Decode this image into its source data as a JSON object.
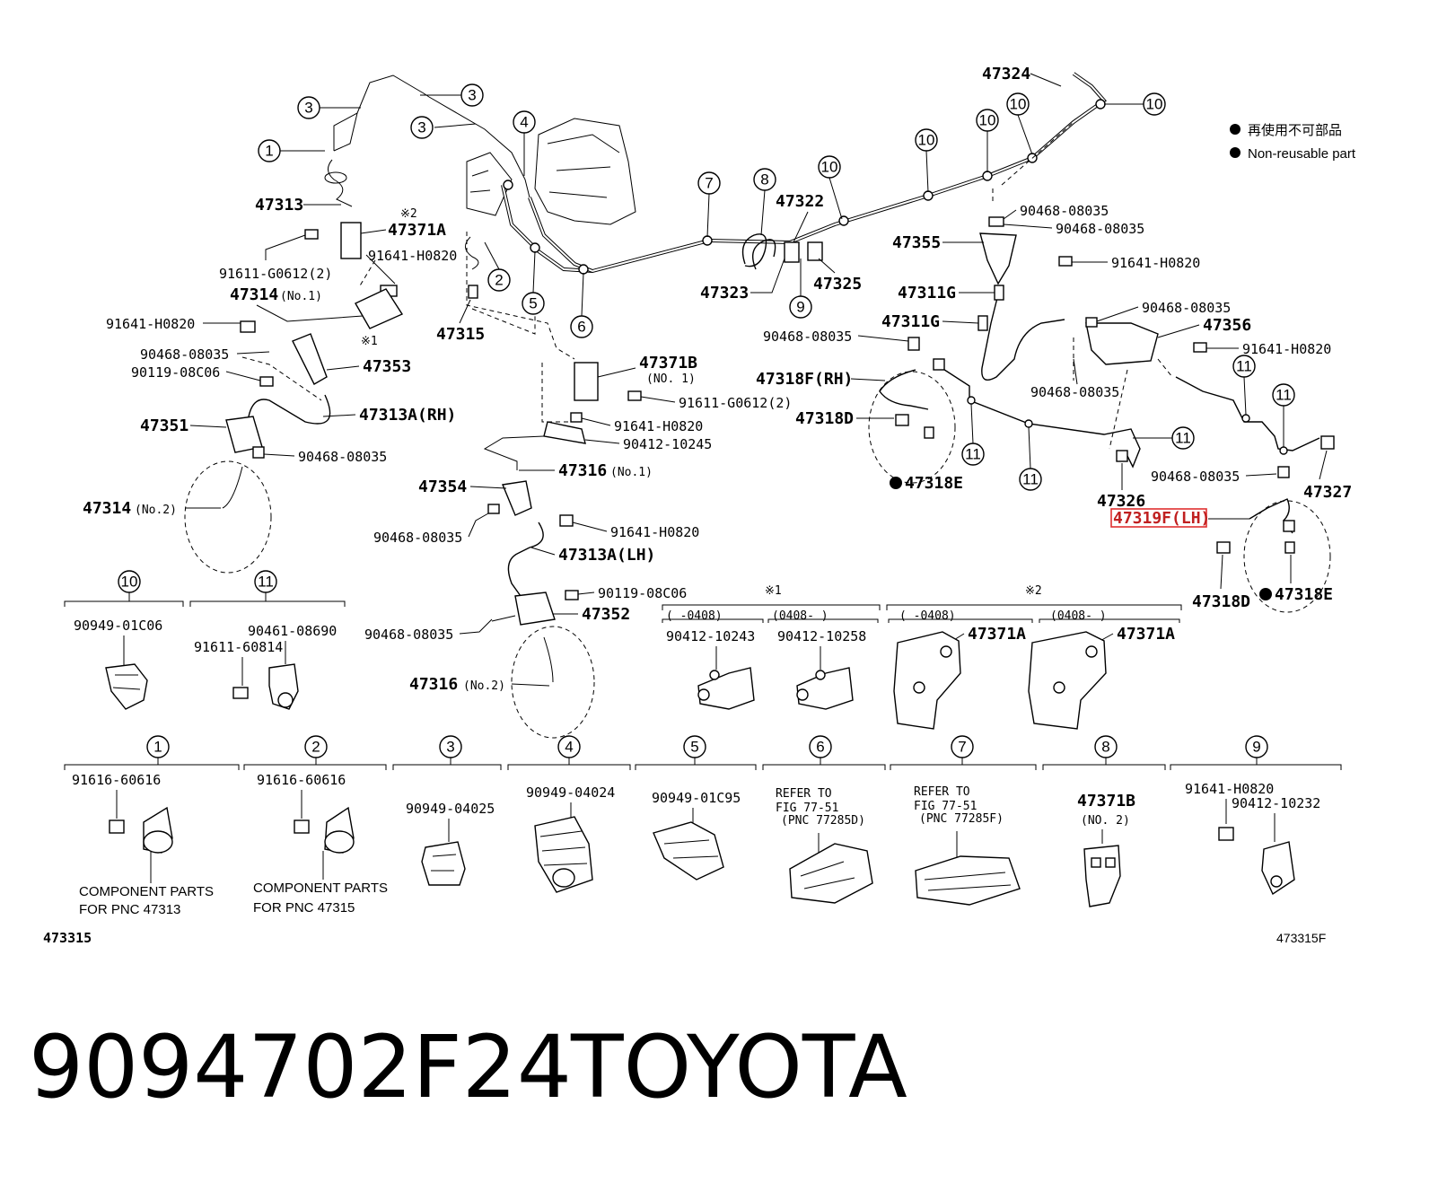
{
  "legend": {
    "items": [
      {
        "text_ja": "再使用不可部品",
        "text_en": "Non-reusable part"
      }
    ]
  },
  "callouts": [
    "1",
    "2",
    "3",
    "4",
    "5",
    "6",
    "7",
    "8",
    "9",
    "10",
    "11"
  ],
  "parts": {
    "p47324": "47324",
    "p47313": "47313",
    "p47371A_top": "47371A",
    "mark2_top": "※2",
    "p91641_a": "91641-H0820",
    "p91611_a": "91611-G0612(2)",
    "p47314_no1": "47314",
    "no1_suffix": "(No.1)",
    "mark1_top": "※1",
    "p91641_b": "91641-H0820",
    "p90468_a": "90468-08035",
    "p90119_a": "90119-08C06",
    "p47353": "47353",
    "p47313A_rh": "47313A(RH)",
    "p47351": "47351",
    "p90468_b": "90468-08035",
    "p47314_no2": "47314",
    "no2_suffix": "(No.2)",
    "p47315": "47315",
    "p47322": "47322",
    "p47323": "47323",
    "p47325": "47325",
    "p47371B_no1": "47371B",
    "no1_paren": "(NO. 1)",
    "p91611_b": "91611-G0612(2)",
    "p91641_c": "91641-H0820",
    "p90412_a": "90412-10245",
    "p47316_no1": "47316",
    "p47354": "47354",
    "p90468_c": "90468-08035",
    "p91641_d": "91641-H0820",
    "p47313A_lh": "47313A(LH)",
    "p90119_b": "90119-08C06",
    "p47352": "47352",
    "p90468_d": "90468-08035",
    "p47316_no2": "47316",
    "p90468_e": "90468-08035",
    "p90468_f": "90468-08035",
    "p47355": "47355",
    "p91641_e": "91641-H0820",
    "p47311G_a": "47311G",
    "p47311G_b": "47311G",
    "p90468_g": "90468-08035",
    "p47356": "47356",
    "p90468_h": "90468-08035",
    "p91641_f": "91641-H0820",
    "p90468_i": "90468-08035",
    "p47318F_rh": "47318F(RH)",
    "p47318D_a": "47318D",
    "p47318E_a": "47318E",
    "p90468_j": "90468-08035",
    "p47327": "47327",
    "p47326": "47326",
    "p47319F_lh": "47319F(LH)",
    "p47318D_b": "47318D",
    "p47318E_b": "47318E"
  },
  "bottom_groups": {
    "g10": {
      "parts": [
        "90949-01C06"
      ]
    },
    "g11": {
      "parts": [
        "90461-08690",
        "91611-60814"
      ]
    },
    "mark1": {
      "label": "※1",
      "ranges": [
        "(   -0408)",
        "(0408-   )"
      ],
      "parts": [
        "90412-10243",
        "90412-10258"
      ]
    },
    "mark2": {
      "label": "※2",
      "ranges": [
        "(   -0408)",
        "(0408-   )"
      ],
      "parts": [
        "47371A",
        "47371A"
      ]
    },
    "g1": {
      "parts": [
        "91616-60616"
      ],
      "note": [
        "COMPONENT PARTS",
        "FOR PNC 47313"
      ]
    },
    "g2": {
      "parts": [
        "91616-60616"
      ],
      "note": [
        "COMPONENT PARTS",
        "FOR PNC 47315"
      ]
    },
    "g3": {
      "parts": [
        "90949-04025"
      ]
    },
    "g4": {
      "parts": [
        "90949-04024"
      ]
    },
    "g5": {
      "parts": [
        "90949-01C95"
      ]
    },
    "g6": {
      "note": [
        "REFER TO",
        "FIG 77-51",
        "(PNC 77285D)"
      ]
    },
    "g7": {
      "note": [
        "REFER TO",
        "FIG 77-51",
        "(PNC 77285F)"
      ]
    },
    "g8": {
      "parts": [
        "47371B",
        "(NO. 2)"
      ]
    },
    "g9": {
      "parts": [
        "91641-H0820",
        "90412-10232"
      ]
    }
  },
  "figure_codes": {
    "left": "473315",
    "right": "473315F"
  },
  "caption": {
    "part_number": "9094702F24",
    "brand": "TOYOTA"
  }
}
